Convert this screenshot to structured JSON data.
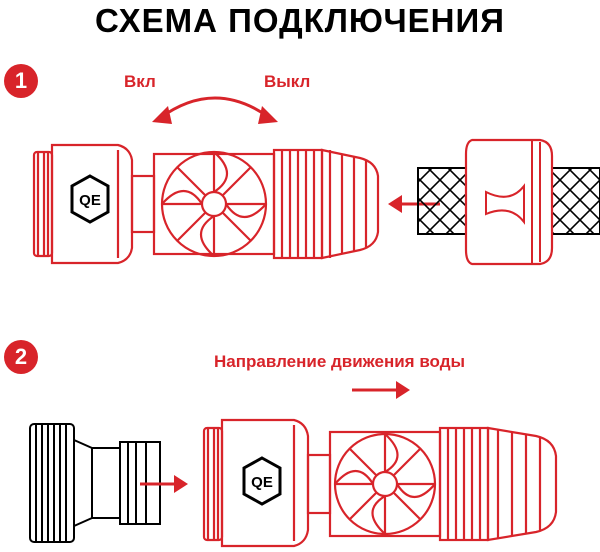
{
  "title": "СХЕМА ПОДКЛЮЧЕНИЯ",
  "steps": [
    {
      "number": "1",
      "on_label": "Вкл",
      "off_label": "Выкл"
    },
    {
      "number": "2",
      "flow_label": "Направление движения воды"
    }
  ],
  "colors": {
    "red": "#d8242a",
    "black": "#000000"
  },
  "icons": [
    "rotate-arrow-icon",
    "insert-arrow-icon",
    "water-flow-arrow-icon",
    "qe-logo-icon"
  ]
}
